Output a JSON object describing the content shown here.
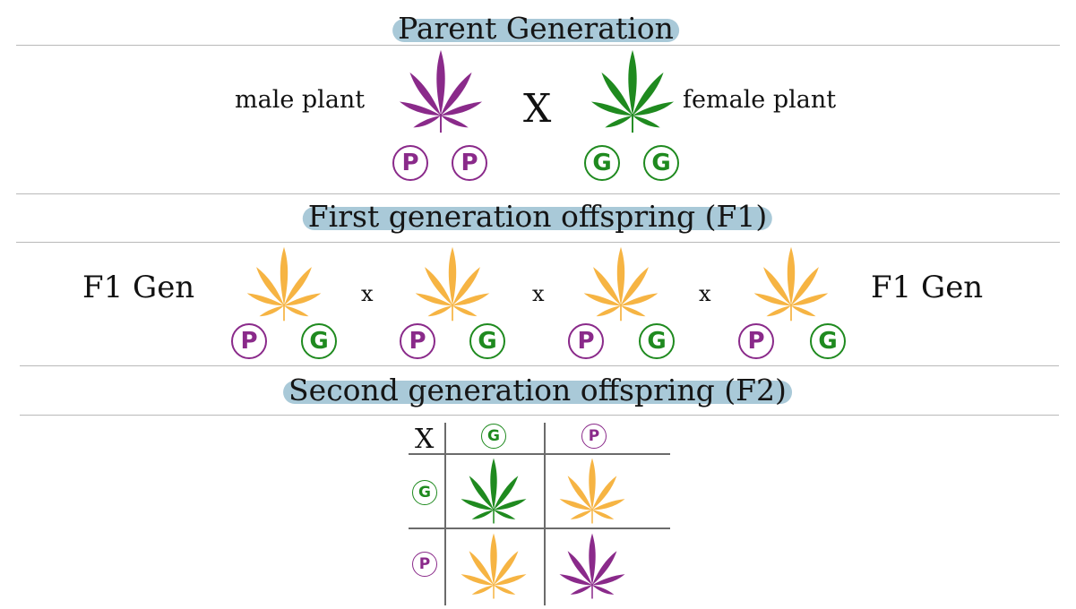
{
  "colors": {
    "purple": "#8a2a8a",
    "green": "#1f8a1f",
    "orange": "#f6b443",
    "highlight": "#a9c9d8"
  },
  "parent": {
    "title": "Parent Generation",
    "male_label": "male plant",
    "cross": "X",
    "female_label": "female plant",
    "male_alleles": [
      "P",
      "P"
    ],
    "female_alleles": [
      "G",
      "G"
    ]
  },
  "f1": {
    "title": "First generation offspring (F1)",
    "left_label": "F1 Gen",
    "right_label": "F1 Gen",
    "cross": "x",
    "plants": [
      {
        "alleles": [
          "P",
          "G"
        ]
      },
      {
        "alleles": [
          "P",
          "G"
        ]
      },
      {
        "alleles": [
          "P",
          "G"
        ]
      },
      {
        "alleles": [
          "P",
          "G"
        ]
      }
    ]
  },
  "f2": {
    "title": "Second generation offspring (F2)",
    "corner": "X",
    "col_alleles": [
      "G",
      "P"
    ],
    "row_alleles": [
      "G",
      "P"
    ],
    "cells": [
      [
        "green",
        "orange"
      ],
      [
        "orange",
        "purple"
      ]
    ]
  }
}
